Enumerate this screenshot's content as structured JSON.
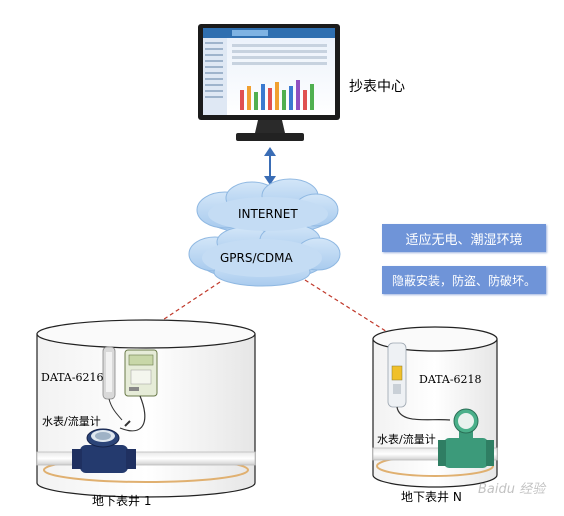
{
  "center": {
    "label": "抄表中心"
  },
  "cloud": {
    "top_label": "INTERNET",
    "bottom_label": "GPRS/CDMA"
  },
  "features": [
    "适应无电、潮湿环境",
    "隐蔽安装，防盗、防破坏。"
  ],
  "well_left": {
    "device": "DATA-6216",
    "meter": "水表/流量计",
    "caption": "地下表井 1"
  },
  "well_right": {
    "device": "DATA-6218",
    "meter": "水表/流量计",
    "caption": "地下表井 N"
  },
  "watermark": "Baidu 经验",
  "colors": {
    "banner": "#6f94d8",
    "cloud": "#b5d4f0",
    "link_red": "#c0392b",
    "arrow_blue": "#3a6db5"
  }
}
